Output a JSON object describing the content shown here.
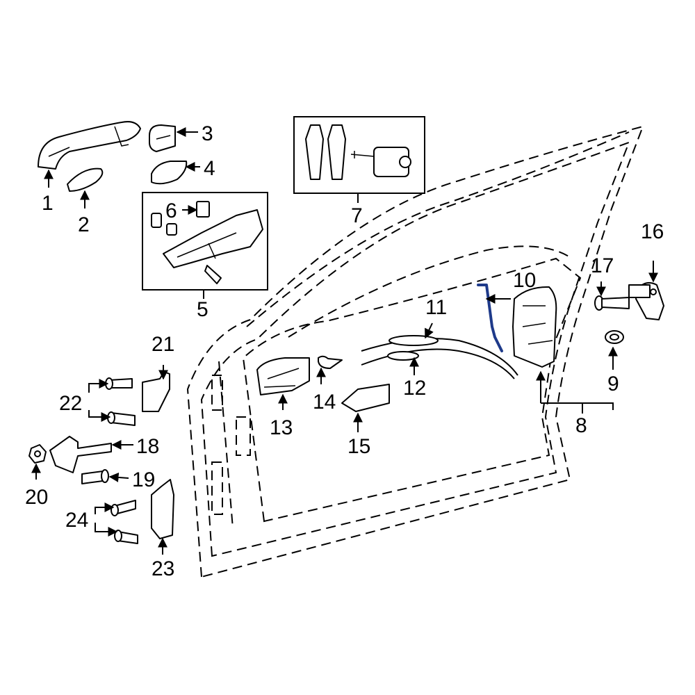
{
  "diagram": {
    "callouts": [
      {
        "id": "1",
        "label": "1"
      },
      {
        "id": "2",
        "label": "2"
      },
      {
        "id": "3",
        "label": "3"
      },
      {
        "id": "4",
        "label": "4"
      },
      {
        "id": "5",
        "label": "5"
      },
      {
        "id": "6",
        "label": "6"
      },
      {
        "id": "7",
        "label": "7"
      },
      {
        "id": "8",
        "label": "8"
      },
      {
        "id": "9",
        "label": "9"
      },
      {
        "id": "10",
        "label": "10"
      },
      {
        "id": "11",
        "label": "11"
      },
      {
        "id": "12",
        "label": "12"
      },
      {
        "id": "13",
        "label": "13"
      },
      {
        "id": "14",
        "label": "14"
      },
      {
        "id": "15",
        "label": "15"
      },
      {
        "id": "16",
        "label": "16"
      },
      {
        "id": "17",
        "label": "17"
      },
      {
        "id": "18",
        "label": "18"
      },
      {
        "id": "19",
        "label": "19"
      },
      {
        "id": "20",
        "label": "20"
      },
      {
        "id": "21",
        "label": "21"
      },
      {
        "id": "22",
        "label": "22"
      },
      {
        "id": "23",
        "label": "23"
      },
      {
        "id": "24",
        "label": "24"
      }
    ],
    "highlight_color": "#1e3a8a",
    "line_color": "#000000"
  }
}
